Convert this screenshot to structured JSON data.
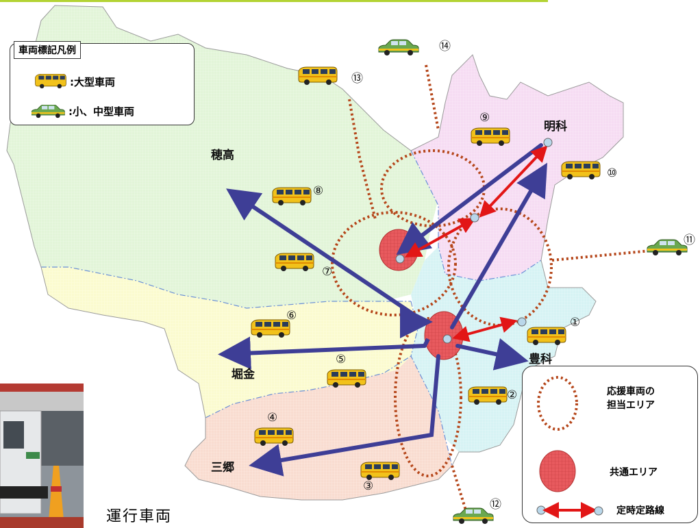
{
  "legend": {
    "title": "車両標記凡例",
    "large_vehicle": ":大型車両",
    "small_vehicle": ":小、中型車両"
  },
  "areas": {
    "hotaka": "穂高",
    "meishina": "明科",
    "toyoshina": "豊科",
    "horigane": "堀金",
    "misato": "三郷"
  },
  "vehicle_numbers": [
    "①",
    "②",
    "③",
    "④",
    "⑤",
    "⑥",
    "⑦",
    "⑧",
    "⑨",
    "⑩",
    "⑪",
    "⑫",
    "⑬",
    "⑭"
  ],
  "key": {
    "support_area_line1": "応援車両の",
    "support_area_line2": "担当エリア",
    "common_area": "共通エリア",
    "fixed_route": "定時定路線"
  },
  "caption": "運行車両",
  "colors": {
    "hotaka_area": "#e2f5d8",
    "meishina_area": "#f6dcf3",
    "toyoshina_area": "#d6f3f4",
    "horigane_area": "#fbfbcf",
    "misato_area": "#f9dcd0",
    "route_blue": "#3e3e96",
    "route_red": "#e21616",
    "support_dotted": "#b5461a",
    "common_area_fill": "#e85a5e",
    "vehicle_yellow": "#f2c21b",
    "taxi_green": "#6aa84f",
    "top_bar": "#b3d334"
  }
}
